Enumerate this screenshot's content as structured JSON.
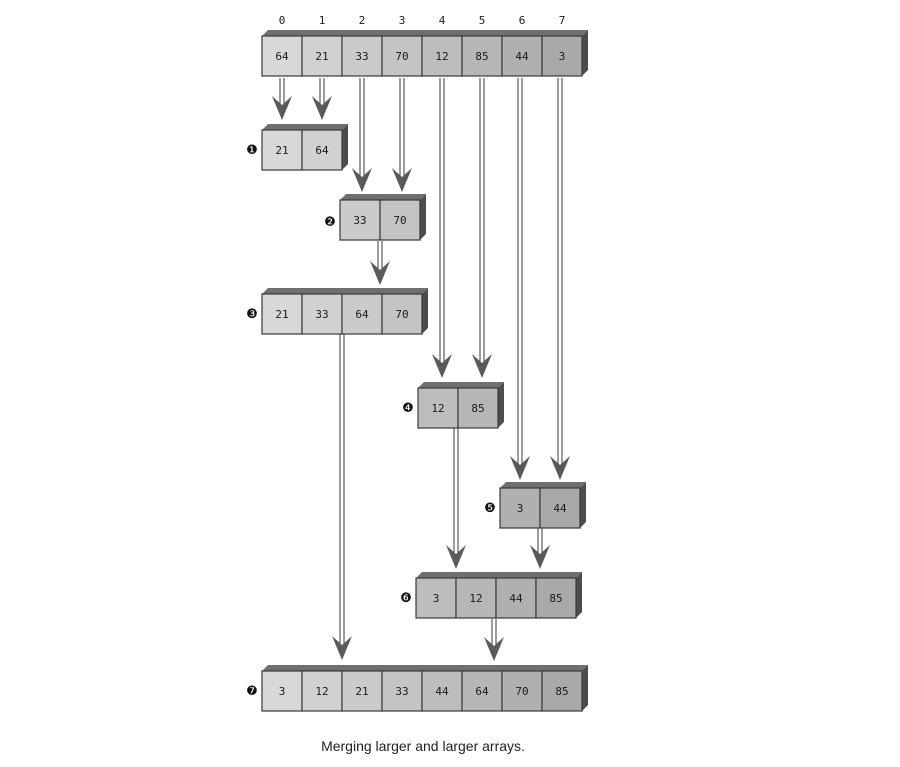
{
  "indices": [
    "0",
    "1",
    "2",
    "3",
    "4",
    "5",
    "6",
    "7"
  ],
  "source": [
    "64",
    "21",
    "33",
    "70",
    "12",
    "85",
    "44",
    "3"
  ],
  "steps": [
    {
      "marker": "❶",
      "cells": [
        "21",
        "64"
      ]
    },
    {
      "marker": "❷",
      "cells": [
        "33",
        "70"
      ]
    },
    {
      "marker": "❸",
      "cells": [
        "21",
        "33",
        "64",
        "70"
      ]
    },
    {
      "marker": "❹",
      "cells": [
        "12",
        "85"
      ]
    },
    {
      "marker": "❺",
      "cells": [
        "3",
        "44"
      ]
    },
    {
      "marker": "❻",
      "cells": [
        "3",
        "12",
        "44",
        "85"
      ]
    },
    {
      "marker": "❼",
      "cells": [
        "3",
        "12",
        "21",
        "33",
        "44",
        "64",
        "70",
        "85"
      ]
    }
  ],
  "caption": "Merging larger and larger arrays.",
  "colors": {
    "cell_light": "#d8d8d8",
    "cell_dark": "#a9a9a9",
    "block_top": "#6f6f6f",
    "block_side": "#4d4d4d",
    "arrow": "#5a5a5a"
  }
}
